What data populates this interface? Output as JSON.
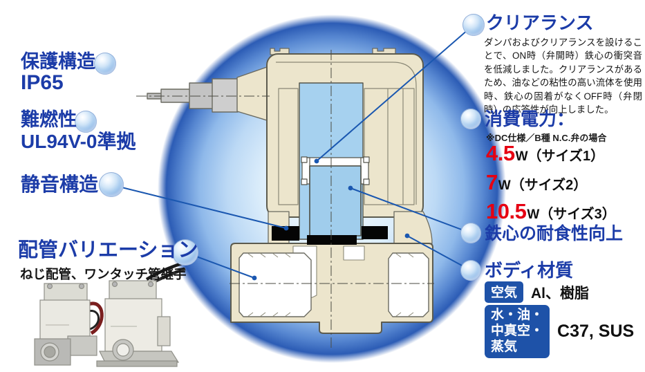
{
  "colors": {
    "heading_blue": "#1c3ca8",
    "value_red": "#e60012",
    "badge_blue": "#1e52a8",
    "leader_blue": "#1a57b0",
    "glow_blue": "#2c5cb5",
    "diagram_cream": "#ece5cc",
    "diagram_light_blue": "#a6d1ef"
  },
  "left": {
    "protection": {
      "title": "保護構造",
      "value": "IP65"
    },
    "flame": {
      "title": "難燃性",
      "value": "UL94V-0準拠"
    },
    "quiet": {
      "title": "静音構造"
    },
    "piping": {
      "title": "配管バリエーション",
      "subtitle": "ねじ配管、ワンタッチ管継手"
    }
  },
  "right": {
    "clearance": {
      "title": "クリアランス",
      "description": "ダンパおよびクリアランスを設けることで、ON時（弁開時）鉄心の衝突音を低減しました。クリアランスがあるため、油などの粘性の高い流体を使用時、鉄心の固着がなくOFF時（弁閉時）の応答性が向上しました。"
    },
    "power": {
      "title": "消費電力：",
      "note": "※DC仕様／B種 N.C.弁の場合",
      "items": [
        {
          "value": "4.5",
          "unit": "W",
          "size_label": "（サイズ1）"
        },
        {
          "value": "7",
          "unit": "W",
          "size_label": "（サイズ2）"
        },
        {
          "value": "10.5",
          "unit": "W",
          "size_label": "（サイズ3）"
        }
      ]
    },
    "core": {
      "title": "鉄心の耐食性向上"
    },
    "material": {
      "title": "ボディ材質",
      "row_air": {
        "badge": "空気",
        "value": "Al、樹脂"
      },
      "row_fluid": {
        "badge_lines": [
          "水・油・",
          "中真空・",
          "蒸気"
        ],
        "value": "C37, SUS"
      }
    }
  }
}
